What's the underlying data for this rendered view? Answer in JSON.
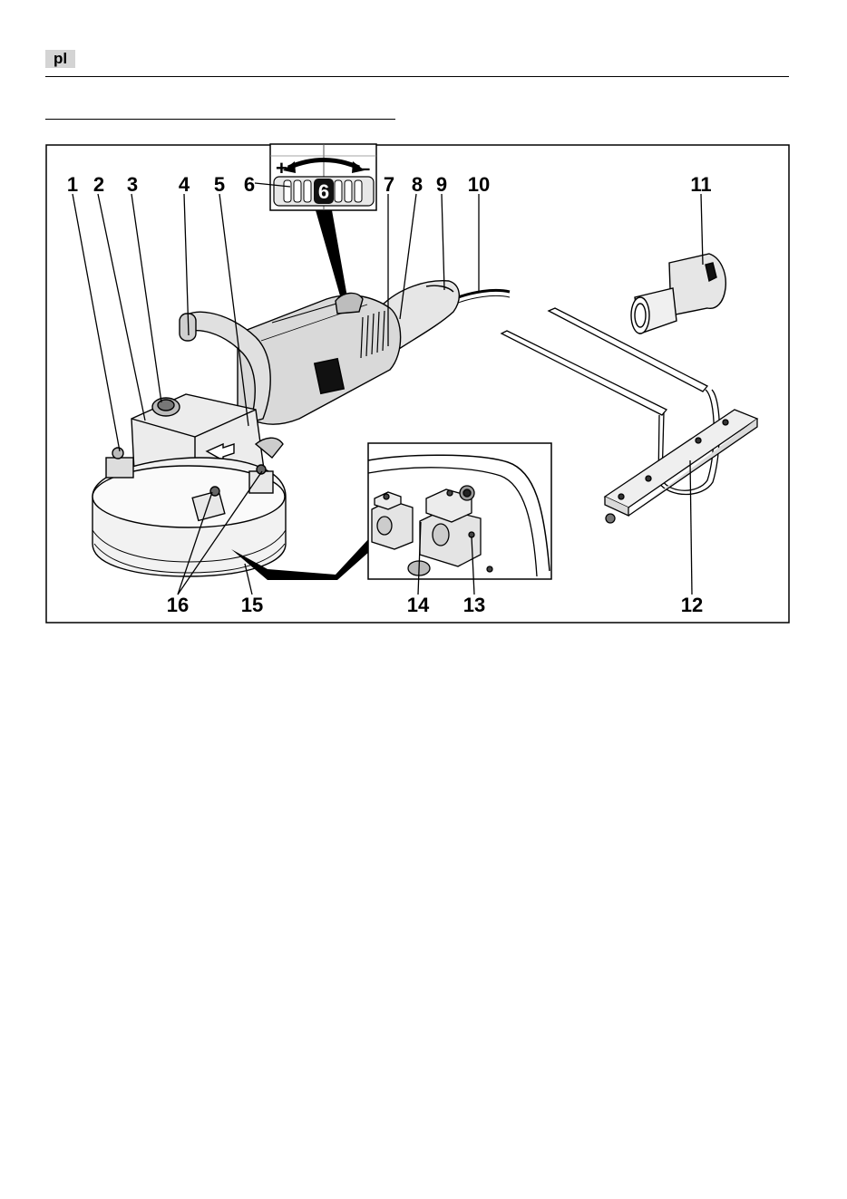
{
  "language_tag": "pl",
  "dial": {
    "plus": "+",
    "minus": "–",
    "setting": "6"
  },
  "callouts": {
    "c1": "1",
    "c2": "2",
    "c3": "3",
    "c4": "4",
    "c5": "5",
    "c6": "6",
    "c7": "7",
    "c8": "8",
    "c9": "9",
    "c10": "10",
    "c11": "11",
    "c12": "12",
    "c13": "13",
    "c14": "14",
    "c15": "15",
    "c16": "16"
  }
}
